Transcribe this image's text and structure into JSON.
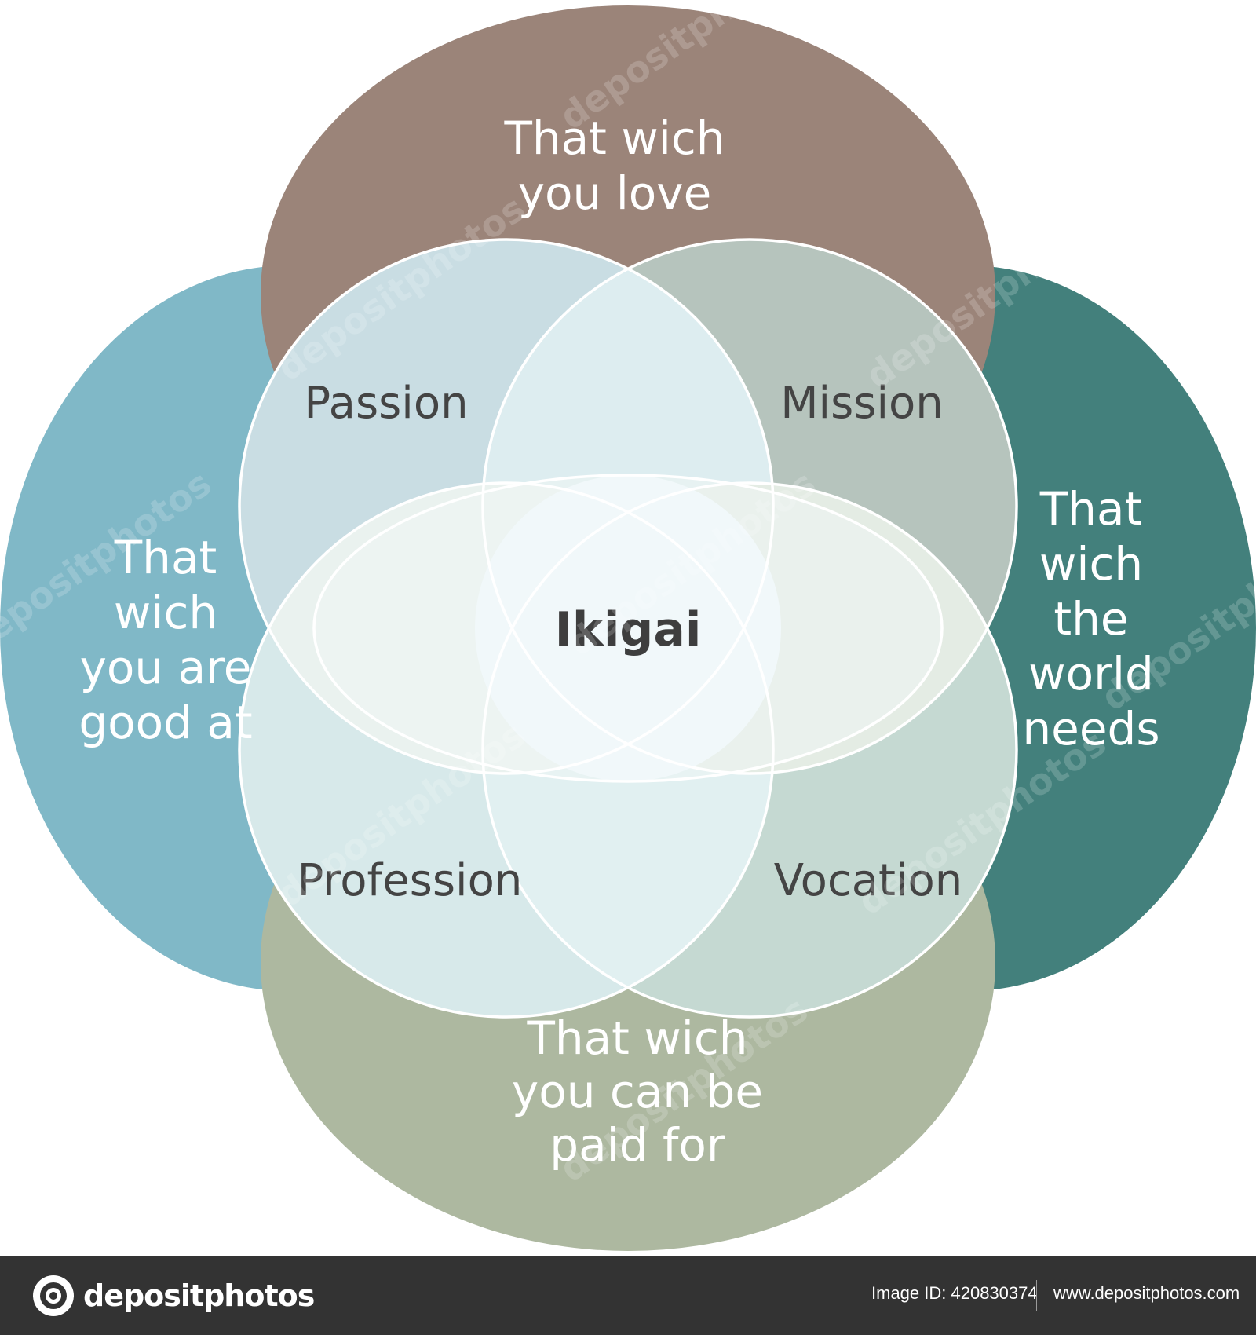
{
  "diagram": {
    "outer": {
      "top": [
        "That wich",
        "you love"
      ],
      "left": [
        "That",
        "wich",
        "you are",
        "good at"
      ],
      "right": [
        "That",
        "wich",
        "the",
        "world",
        "needs"
      ],
      "bottom": [
        "That wich",
        "you can be",
        "paid for"
      ]
    },
    "overlaps": {
      "top_left": "Passion",
      "top_right": "Mission",
      "bottom_left": "Profession",
      "bottom_right": "Vocation"
    },
    "center": "Ikigai",
    "colors": {
      "top": "#9b8479",
      "left": "#80b8c7",
      "right": "#43807c",
      "bottom": "#adb8a0",
      "passion": "#c9dde3",
      "mission": "#b6c4bd",
      "profession": "#d7e9ea",
      "vocation": "#c5d9d2",
      "center": "#f1f8fa"
    },
    "watermark": "depositphotos"
  },
  "footer": {
    "brand": "depositphotos",
    "image_id": "Image ID: 420830374",
    "url": "www.depositphotos.com"
  }
}
